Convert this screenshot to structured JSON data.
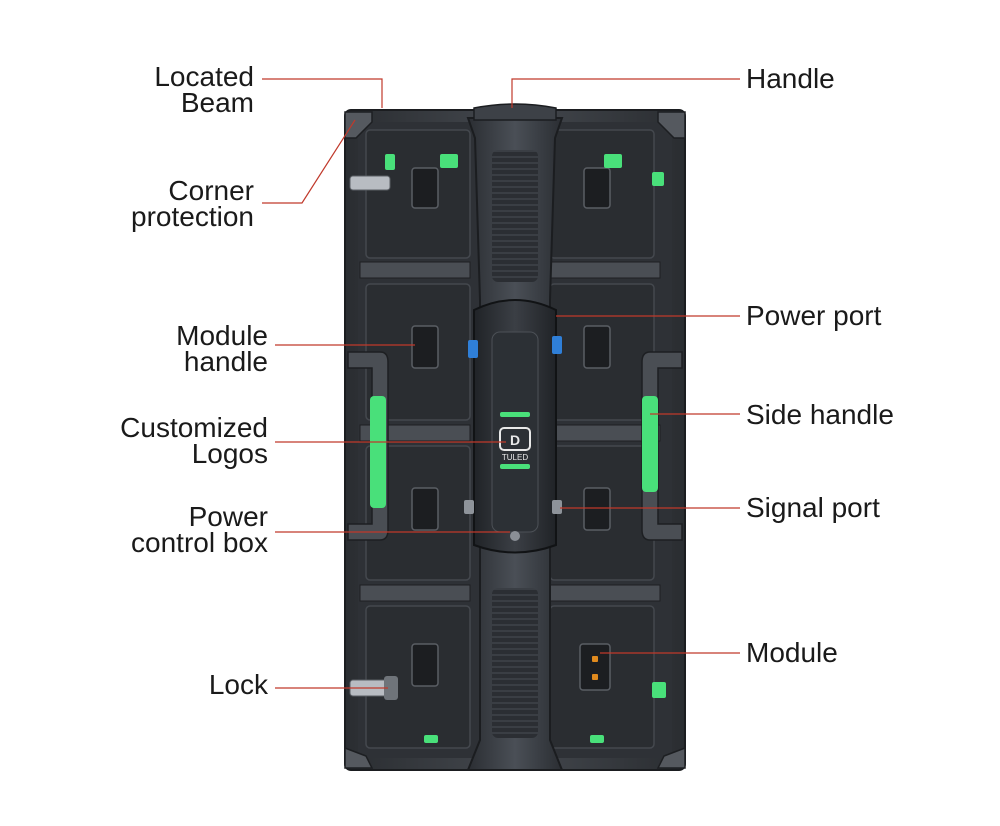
{
  "labels": {
    "located_beam": {
      "line1": "Located",
      "line2": "Beam"
    },
    "corner_protection": {
      "line1": "Corner",
      "line2": "protection"
    },
    "module_handle": {
      "line1": "Module",
      "line2": "handle"
    },
    "customized_logos": {
      "line1": "Customized",
      "line2": "Logos"
    },
    "power_control_box": {
      "line1": "Power",
      "line2": "control box"
    },
    "lock": "Lock",
    "handle": "Handle",
    "power_port": "Power port",
    "side_handle": "Side handle",
    "signal_port": "Signal port",
    "module": "Module"
  },
  "brand": {
    "logo_text": "TULED"
  },
  "colors": {
    "leader_line": "#c0392b",
    "cabinet_body": "#3a3d42",
    "cabinet_dark": "#26292d",
    "accent_green": "#49e07a",
    "port_blue": "#2f7fd8",
    "module_amber": "#e08a1e"
  }
}
